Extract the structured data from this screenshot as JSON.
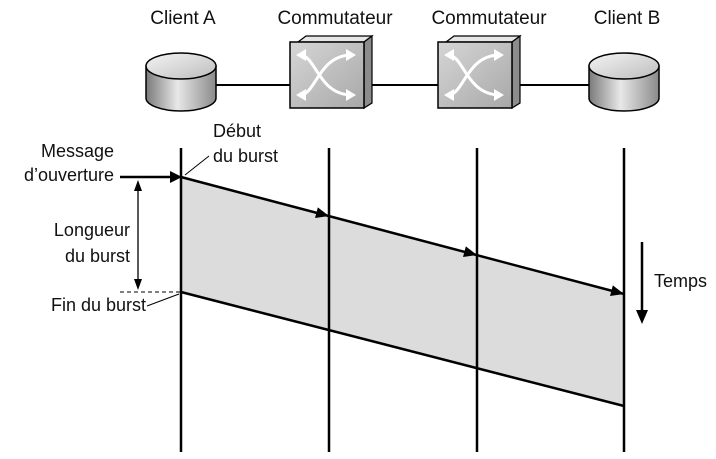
{
  "nodes": [
    {
      "label": "Client A",
      "kind": "client",
      "icon": "disk-cylinder-icon"
    },
    {
      "label": "Commutateur",
      "kind": "switch",
      "icon": "switch-crossed-arrows-icon"
    },
    {
      "label": "Commutateur",
      "kind": "switch",
      "icon": "switch-crossed-arrows-icon"
    },
    {
      "label": "Client B",
      "kind": "client",
      "icon": "disk-cylinder-icon"
    }
  ],
  "annotations": {
    "opening_message": [
      "Message",
      "d’ouverture"
    ],
    "burst_start": [
      "Début",
      "du burst"
    ],
    "burst_length": [
      "Longueur",
      "du burst"
    ],
    "burst_end": "Fin du burst",
    "time": "Temps"
  },
  "colors": {
    "burst_fill": "#dcdcdc",
    "line": "#000000",
    "device_gray": "#bdbdbd"
  }
}
